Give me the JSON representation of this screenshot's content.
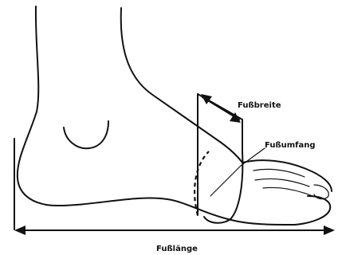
{
  "labels": {
    "width": "Fußbreite",
    "girth": "Fußumfang",
    "length": "Fußlänge"
  }
}
